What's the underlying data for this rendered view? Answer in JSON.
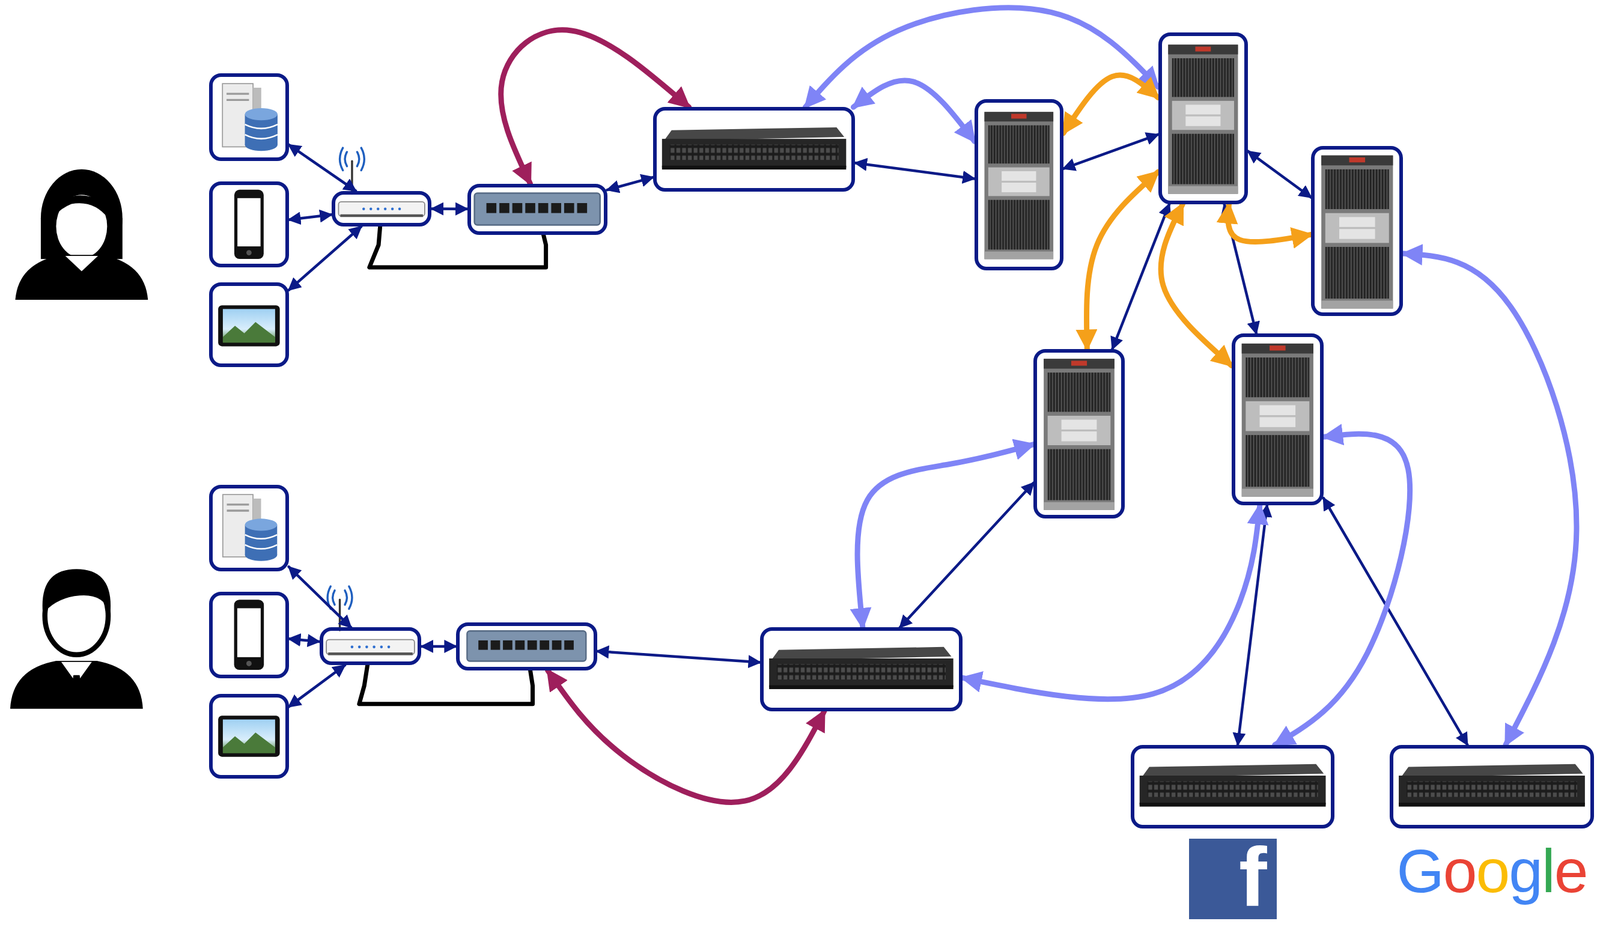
{
  "diagram": {
    "nodes": [
      {
        "text": []
      },
      {
        "text": []
      },
      {
        "text": []
      },
      {
        "text": []
      },
      {
        "text": []
      },
      {
        "text": []
      },
      {
        "text": []
      },
      {
        "text": []
      },
      {
        "text": []
      },
      {
        "text": []
      },
      {
        "text": []
      },
      {
        "text": []
      },
      {
        "text": []
      },
      {
        "text": []
      },
      {
        "text": []
      },
      {
        "text": []
      },
      {
        "text": []
      },
      {
        "text": [
          "f"
        ]
      },
      {
        "text": [
          "Google"
        ]
      }
    ],
    "edges": [
      {
        "from": 0,
        "to": 3,
        "arrow": "both"
      },
      {
        "from": 1,
        "to": 3,
        "arrow": "both"
      },
      {
        "from": 2,
        "to": 3,
        "arrow": "both"
      },
      {
        "from": 3,
        "to": 4,
        "arrow": "both"
      },
      {
        "from": 4,
        "to": 5,
        "arrow": "both"
      },
      {
        "from": 5,
        "to": 6,
        "arrow": "both"
      },
      {
        "from": 6,
        "to": 7,
        "arrow": "both"
      },
      {
        "from": 7,
        "to": 8,
        "arrow": "both"
      },
      {
        "from": 7,
        "to": 9,
        "arrow": "both"
      },
      {
        "from": 7,
        "to": 10,
        "arrow": "both"
      },
      {
        "from": 9,
        "to": 16,
        "arrow": "both"
      },
      {
        "from": 10,
        "to": 17,
        "arrow": "both"
      },
      {
        "from": 10,
        "to": 18,
        "arrow": "both"
      },
      {
        "from": 11,
        "to": 14,
        "arrow": "both"
      },
      {
        "from": 12,
        "to": 14,
        "arrow": "both"
      },
      {
        "from": 13,
        "to": 14,
        "arrow": "both"
      },
      {
        "from": 14,
        "to": 15,
        "arrow": "both"
      },
      {
        "from": 15,
        "to": 16,
        "arrow": "both"
      },
      {
        "from": 3,
        "to": 4,
        "arrow": "none"
      },
      {
        "from": 14,
        "to": 15,
        "arrow": "none"
      },
      {
        "from": 4,
        "to": 5,
        "arrow": "both"
      },
      {
        "from": 15,
        "to": 16,
        "arrow": "both"
      },
      {
        "from": 5,
        "to": 7,
        "arrow": "both"
      },
      {
        "from": 5,
        "to": 6,
        "arrow": "both"
      },
      {
        "from": 16,
        "to": 9,
        "arrow": "both"
      },
      {
        "from": 16,
        "to": 10,
        "arrow": "both"
      },
      {
        "from": 10,
        "to": 17,
        "arrow": "both"
      },
      {
        "from": 8,
        "to": 18,
        "arrow": "both"
      },
      {
        "from": 7,
        "to": 6,
        "arrow": "both"
      },
      {
        "from": 7,
        "to": 9,
        "arrow": "both"
      },
      {
        "from": 7,
        "to": 10,
        "arrow": "both"
      },
      {
        "from": 7,
        "to": 8,
        "arrow": "both"
      }
    ]
  }
}
